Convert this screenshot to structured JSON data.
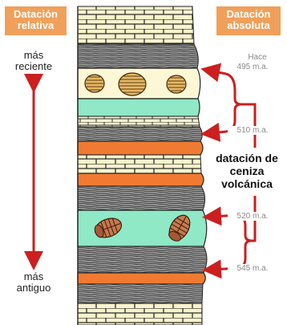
{
  "relative": {
    "header_line1": "Datación",
    "header_line2": "relativa",
    "top_line1": "más",
    "top_line2": "reciente",
    "bottom_line1": "más",
    "bottom_line2": "antiguo"
  },
  "absolute": {
    "header_line1": "Datación",
    "header_line2": "absoluta",
    "hace": "Hace",
    "ages": [
      "495 m.a.",
      "510 m.a.",
      "520 m.a.",
      "545 m.a."
    ]
  },
  "ash_label": {
    "line1": "datación de",
    "line2": "ceniza",
    "line3": "volcánica"
  },
  "colors": {
    "header_fill": "#f0a05a",
    "arrow": "#cc1f1f",
    "orange_ash_layer": "#f07a32",
    "green_layer": "#8fe8c6",
    "cream_layer": "#fdf7d6",
    "shale_layer": "#8a8a8a",
    "brick_layer": "#faf3cc"
  },
  "icons": [
    "double-headed-arrow-icon",
    "brace-arrow-icon",
    "shell-fossil-icon",
    "trilobite-fossil-icon"
  ]
}
